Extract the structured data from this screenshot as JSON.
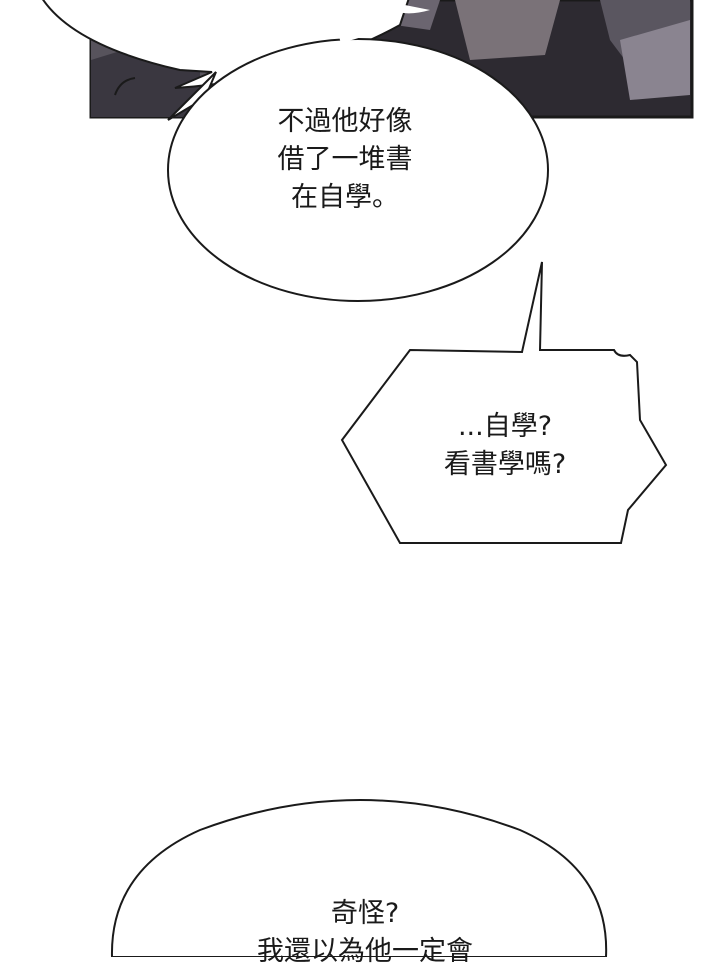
{
  "bubbles": [
    {
      "lines": [
        "不過他好像",
        "借了一堆書",
        "在自學。"
      ]
    },
    {
      "lines": [
        "...自學?",
        "看書學嗎?"
      ]
    },
    {
      "lines": [
        "奇怪?",
        "我還以為他一定會"
      ]
    }
  ],
  "colors": {
    "panel_dark": "#2d2a31",
    "panel_mid": "#4a4650",
    "outline": "#1a1a1a",
    "bubble_fill": "#ffffff"
  }
}
